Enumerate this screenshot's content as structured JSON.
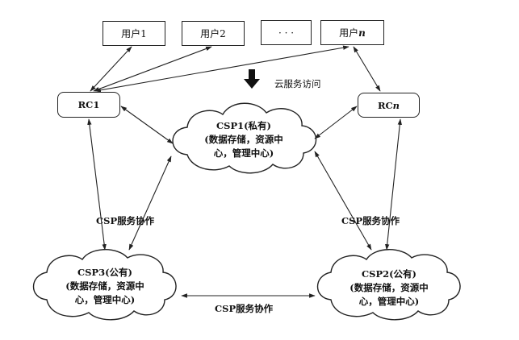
{
  "users": [
    {
      "label": "用户1"
    },
    {
      "label": "用户2"
    },
    {
      "label": "· · ·"
    },
    {
      "label_prefix": "用户",
      "label_var": "n"
    }
  ],
  "rc": [
    {
      "label_prefix": "RC",
      "label_var": "1"
    },
    {
      "label_prefix": "RC",
      "label_var": "n"
    }
  ],
  "csp": [
    {
      "title": "CSP1(私有)",
      "desc_line1": "(数据存储，资源中",
      "desc_line2": "心，管理中心)"
    },
    {
      "title": "CSP2(公有)",
      "desc_line1": "(数据存储，资源中",
      "desc_line2": "心，管理中心)"
    },
    {
      "title": "CSP3(公有)",
      "desc_line1": "(数据存储，资源中",
      "desc_line2": "心，管理中心)"
    }
  ],
  "labels": {
    "cloud_access": "云服务访问",
    "collab_left": "CSP服务协作",
    "collab_right": "CSP服务协作",
    "collab_bottom": "CSP服务协作"
  },
  "colors": {
    "stroke": "#222222",
    "background": "#ffffff"
  }
}
